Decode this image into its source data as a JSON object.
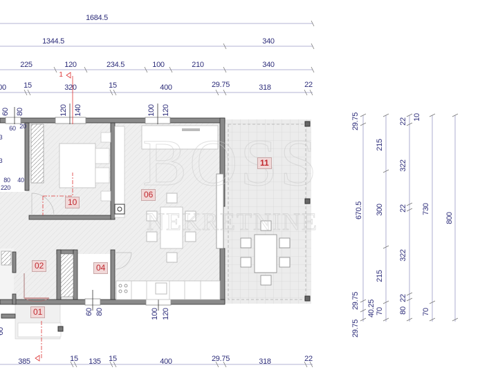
{
  "watermark": {
    "line1": "BOSS",
    "line2": "NEKRETNINE"
  },
  "rooms": [
    {
      "id": "01",
      "label": "01"
    },
    {
      "id": "02",
      "label": "02"
    },
    {
      "id": "04",
      "label": "04"
    },
    {
      "id": "06",
      "label": "06"
    },
    {
      "id": "10",
      "label": "10"
    },
    {
      "id": "11",
      "label": "11"
    }
  ],
  "section_marker": {
    "label": "1"
  },
  "dimensions_top": {
    "row1": [
      "1684.5"
    ],
    "row2": [
      "1344.5",
      "340"
    ],
    "row3": [
      "225",
      "120",
      "234.5",
      "100",
      "210",
      "340"
    ],
    "row4": [
      "00",
      "15",
      "320",
      "15",
      "400",
      "29.75",
      "318",
      "22"
    ]
  },
  "dimensions_bottom": {
    "row": [
      "385",
      "15",
      "135",
      "15",
      "400",
      "29.75",
      "318",
      "22"
    ]
  },
  "window_labels": {
    "w1_top": "60",
    "w1_bot": "80",
    "w2_top": "120",
    "w2_bot": "140",
    "w3_top": "100",
    "w3_bot": "120",
    "w4_top": "60",
    "w4_bot": "80",
    "w5_top": "100",
    "w5_bot": "120"
  },
  "interior_dims": {
    "a": "60",
    "b": "20",
    "c": "80",
    "d": "40",
    "e": "220",
    "f": "3",
    "g": "3",
    "h": "3",
    "i": "60"
  },
  "dimensions_right": {
    "col1": [
      "29.75",
      "670.5",
      "29.75",
      "40.25",
      "29.75"
    ],
    "col2": [
      "215",
      "300",
      "215",
      "70"
    ],
    "col3": [
      "22",
      "322",
      "22",
      "322",
      "22",
      "80"
    ],
    "col3b": [
      "10"
    ],
    "col4": [
      "730",
      "70"
    ],
    "col5": [
      "800"
    ]
  }
}
